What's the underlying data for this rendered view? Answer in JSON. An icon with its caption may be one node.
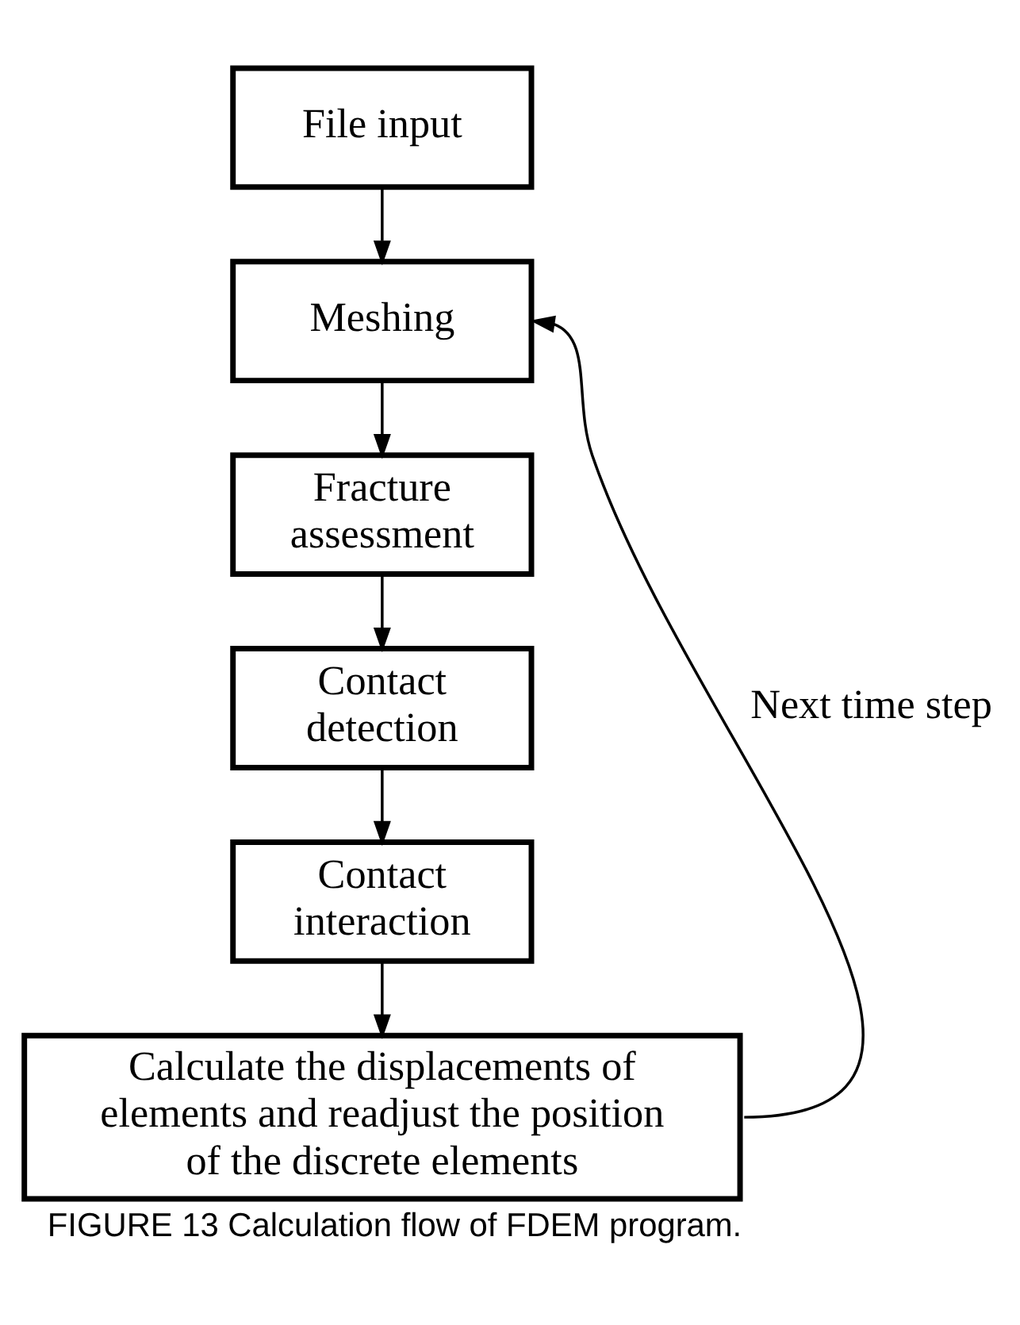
{
  "diagram": {
    "caption": "FIGURE 13 Calculation flow of FDEM program.",
    "nodes": [
      {
        "text": [
          "File input"
        ]
      },
      {
        "text": [
          "Meshing"
        ]
      },
      {
        "text": [
          "Fracture assessment"
        ]
      },
      {
        "text": [
          "Contact detection"
        ]
      },
      {
        "text": [
          "Contact interaction"
        ]
      },
      {
        "text": [
          "Calculate the displacements of elements and readjust the position of the discrete elements"
        ]
      }
    ],
    "edges": [
      {
        "from": 0,
        "to": 1,
        "arrow": "to"
      },
      {
        "from": 1,
        "to": 2,
        "arrow": "to"
      },
      {
        "from": 2,
        "to": 3,
        "arrow": "to"
      },
      {
        "from": 3,
        "to": 4,
        "arrow": "to"
      },
      {
        "from": 4,
        "to": 5,
        "arrow": "to"
      },
      {
        "from": 5,
        "to": 1,
        "arrow": "to",
        "label": "Next time step"
      }
    ]
  }
}
